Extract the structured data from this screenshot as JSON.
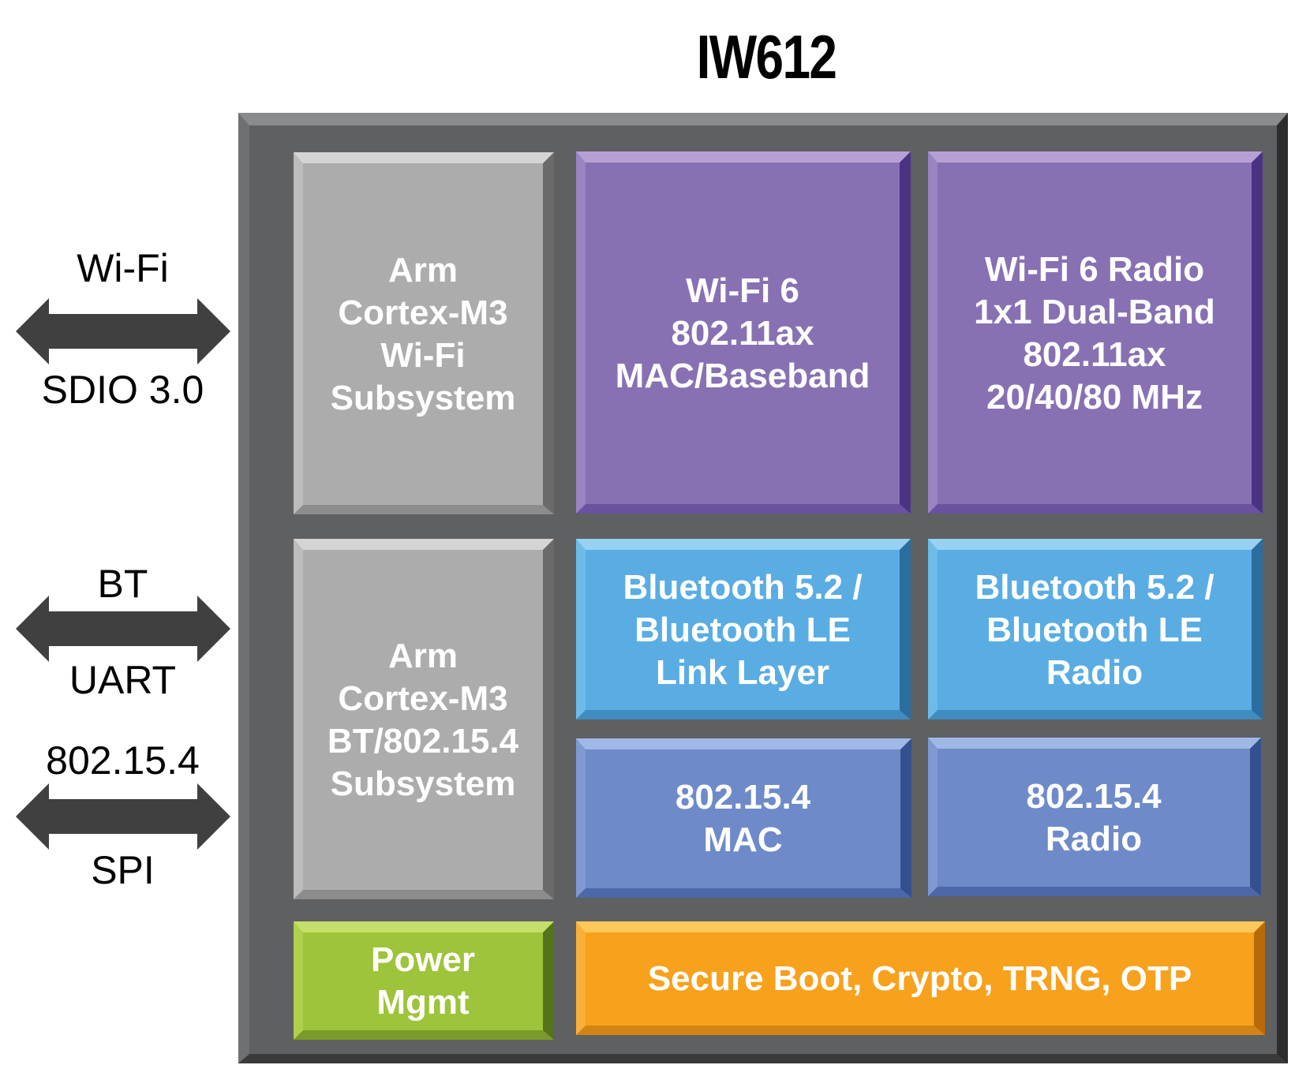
{
  "title": "IW612",
  "interfaces": [
    {
      "top_label": "Wi-Fi",
      "bottom_label": "SDIO 3.0",
      "icon": "double-arrow-icon"
    },
    {
      "top_label": "BT",
      "bottom_label": "UART",
      "icon": "double-arrow-icon"
    },
    {
      "top_label": "802.15.4",
      "bottom_label": "SPI",
      "icon": "double-arrow-icon"
    }
  ],
  "blocks": {
    "wifi_cpu": "Arm\nCortex-M3\nWi-Fi\nSubsystem",
    "wifi_mac": "Wi-Fi 6\n802.11ax\nMAC/Baseband",
    "wifi_radio": "Wi-Fi 6 Radio\n1x1 Dual-Band\n802.11ax\n20/40/80 MHz",
    "bt_cpu": "Arm\nCortex-M3\nBT/802.15.4\nSubsystem",
    "bt_link_layer": "Bluetooth 5.2 /\nBluetooth LE\nLink Layer",
    "bt_radio": "Bluetooth 5.2 /\nBluetooth LE\nRadio",
    "zb_mac": "802.15.4\nMAC",
    "zb_radio": "802.15.4\nRadio",
    "power": "Power\nMgmt",
    "security": "Secure Boot, Crypto, TRNG, OTP"
  },
  "colors": {
    "chip_bg": "#5f6061",
    "cpu": "#acacac",
    "wifi": "#8771b3",
    "bluetooth": "#5aade3",
    "ieee802154": "#6e8ac8",
    "power": "#9dc43a",
    "security": "#f7a11d",
    "arrow": "#404040"
  }
}
